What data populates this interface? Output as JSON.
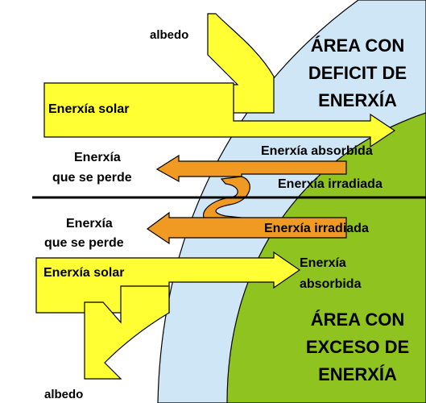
{
  "colors": {
    "background": "#ffffff",
    "atmosphere": "#cfe6f7",
    "earth": "#8fc31f",
    "solar_arrow": "#ffff33",
    "lost_arrow": "#f09a24",
    "outline": "#000000"
  },
  "labels": {
    "albedo_top": "albedo",
    "solar_top": "Enerxía solar",
    "lost_top_line1": "Enerxía",
    "lost_top_line2": "que se perde",
    "absorbed_top": "Enerxía absorbida",
    "radiated_top": "Enerxía irradiada",
    "lost_bottom_line1": "Enerxía",
    "lost_bottom_line2": "que se perde",
    "radiated_bottom": "Enerxía irradiada",
    "solar_bottom": "Enerxía solar",
    "absorbed_bottom_line1": "Enerxía",
    "absorbed_bottom_line2": "absorbida",
    "albedo_bottom": "albedo"
  },
  "regions": {
    "deficit_line1": "ÁREA CON",
    "deficit_line2": "DEFICIT DE",
    "deficit_line3": "ENERXÍA",
    "surplus_line1": "ÁREA CON",
    "surplus_line2": "EXCESO DE",
    "surplus_line3": "ENERXÍA"
  }
}
